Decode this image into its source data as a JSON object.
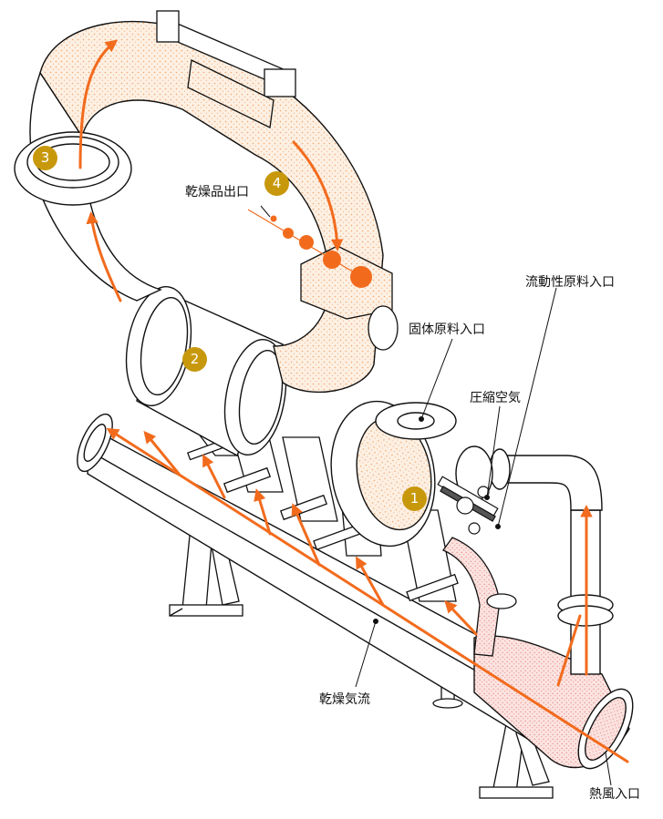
{
  "labels": {
    "dried_product_outlet": "乾燥品出口",
    "fluid_feed_inlet": "流動性原料入口",
    "solid_feed_inlet": "固体原料入口",
    "compressed_air": "圧縮空気",
    "drying_airflow": "乾燥気流",
    "hot_air_inlet": "熱風入口"
  },
  "stages": [
    "1",
    "2",
    "3",
    "4"
  ],
  "colors": {
    "flow_arrow": "#f26b1d",
    "badge": "#c8980c",
    "powder_fill": "#f8dcc0",
    "feed_fill": "#f4b8b8",
    "line": "#111111"
  }
}
